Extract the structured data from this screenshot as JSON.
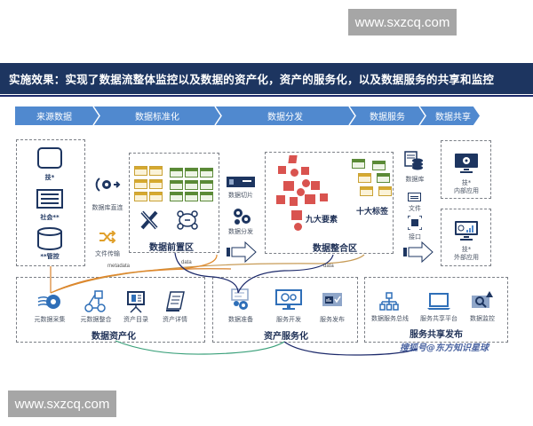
{
  "watermarks": {
    "top": "www.sxzcq.com",
    "bottom": "www.sxzcq.com"
  },
  "banner": {
    "title": "实施效果：实现了数据流整体监控以及数据的资产化，资产的服务化，以及数据服务的共享和监控"
  },
  "flow": {
    "stages": [
      {
        "label": "来源数据"
      },
      {
        "label": "数据标准化"
      },
      {
        "label": "数据分发"
      },
      {
        "label": "数据服务"
      },
      {
        "label": "数据共享"
      }
    ]
  },
  "source": {
    "items": [
      {
        "icon": "rounded-square-icon",
        "label": "技*"
      },
      {
        "icon": "document-list-icon",
        "label": "社会**"
      },
      {
        "icon": "database-cylinder-icon",
        "label": "**管控"
      }
    ]
  },
  "ingest": {
    "db_direct": "数据库直连",
    "file_transfer": "文件传输"
  },
  "front_zone": {
    "title": "数据前置区"
  },
  "distribution": {
    "slice": "数据切片",
    "dispatch": "数据分发"
  },
  "integration_zone": {
    "title": "数据整合区",
    "nine_elements": "九大要素",
    "ten_tags": "十大标签"
  },
  "outputs": {
    "database": "数据库",
    "file": "文件",
    "interface": "接口"
  },
  "apps": {
    "internal": {
      "line1": "技*",
      "line2": "内部应用"
    },
    "external": {
      "line1": "技*",
      "line2": "外部应用"
    }
  },
  "connectors": {
    "metadata": "metadata",
    "data1": "data",
    "data2": "data"
  },
  "asset_zone": {
    "title": "数据资产化",
    "items": [
      {
        "label": "元数据采集"
      },
      {
        "label": "元数据整合"
      },
      {
        "label": "资产目录"
      },
      {
        "label": "资产详情"
      }
    ]
  },
  "service_zone": {
    "title": "资产服务化",
    "items": [
      {
        "label": "数据准备"
      },
      {
        "label": "服务开发"
      },
      {
        "label": "服务发布"
      }
    ]
  },
  "share_zone": {
    "title": "服务共享发布",
    "items": [
      {
        "label": "数据服务总线"
      },
      {
        "label": "服务共享平台"
      },
      {
        "label": "数据监控"
      }
    ]
  },
  "logo_watermark": "搜狐号@东方知识星球",
  "colors": {
    "banner": "#1d3560",
    "flow": "#5089cf",
    "navy": "#1d3560",
    "accent_orange": "#e0892b",
    "red_elements": "#d9534f",
    "yellow_table": "#d6a92f",
    "green_table": "#5a8a35"
  }
}
